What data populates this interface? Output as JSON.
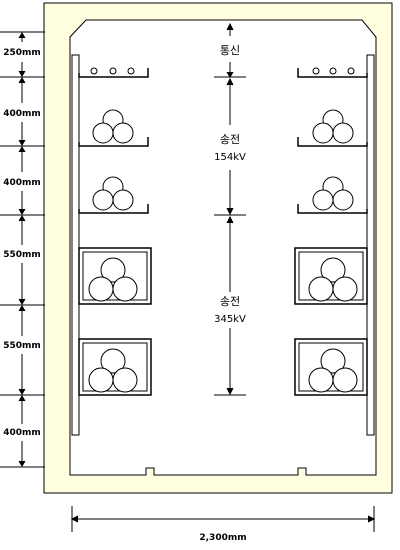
{
  "dimensions": {
    "vertical": [
      "250mm",
      "400mm",
      "400mm",
      "550mm",
      "550mm",
      "400mm"
    ],
    "horizontal": "2,300mm"
  },
  "zones": {
    "communication": "통신",
    "transmission_154": {
      "name": "송전",
      "voltage": "154kV"
    },
    "transmission_345": {
      "name": "송전",
      "voltage": "345kV"
    }
  },
  "colors": {
    "tunnel_fill": "#FFFFE0",
    "line": "#000000",
    "background": "#FFFFFF"
  }
}
